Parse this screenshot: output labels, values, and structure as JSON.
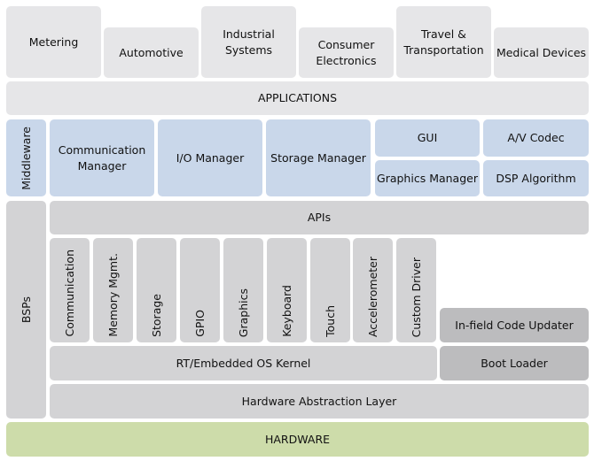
{
  "applications": {
    "items": [
      {
        "label": "Metering"
      },
      {
        "label": "Automotive"
      },
      {
        "label": "Industrial\nSystems"
      },
      {
        "label": "Consumer\nElectronics"
      },
      {
        "label": "Travel &\nTransportation"
      },
      {
        "label": "Medical Devices"
      }
    ],
    "layer_label": "APPLICATIONS"
  },
  "middleware": {
    "side_label": "Middleware",
    "items": {
      "communication_manager": "Communication\nManager",
      "io_manager": "I/O Manager",
      "storage_manager": "Storage Manager",
      "gui": "GUI",
      "graphics_manager": "Graphics Manager",
      "av_codec": "A/V Codec",
      "dsp_algorithm": "DSP Algorithm"
    }
  },
  "bsps": {
    "side_label": "BSPs",
    "apis": "APIs",
    "drivers": [
      "Communication",
      "Memory Mgmt.",
      "Storage",
      "GPIO",
      "Graphics",
      "Keyboard",
      "Touch",
      "Accelerometer",
      "Custom Driver"
    ],
    "in_field_code_updater": "In-field Code Updater",
    "os_kernel": "RT/Embedded OS Kernel",
    "boot_loader": "Boot Loader",
    "hal": "Hardware Abstraction Layer"
  },
  "hardware": {
    "label": "HARDWARE"
  },
  "colors": {
    "application": "#e6e6e8",
    "middleware": "#c9d7ea",
    "bsp": "#d3d3d5",
    "boot": "#bcbcbe",
    "hardware": "#cddcaa"
  }
}
